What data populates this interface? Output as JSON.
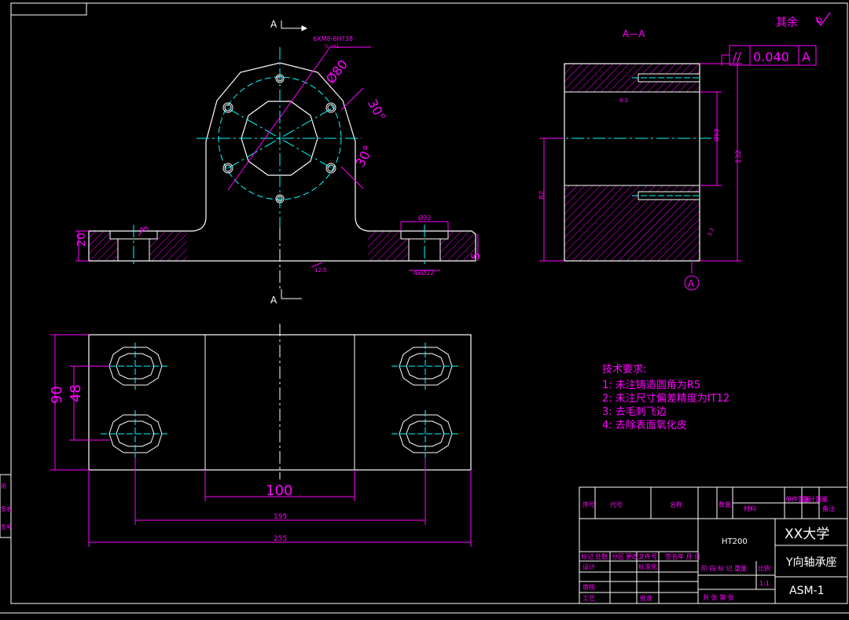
{
  "colors": {
    "background": "#000000",
    "outline": "#ffffff",
    "dimension": "#ff00ff",
    "centerline": "#00ffff",
    "hatch": "#ff00ff"
  },
  "section_marks": {
    "top": "A",
    "bottom": "A",
    "view_title": "A—A"
  },
  "front_view": {
    "bolt_callout": "6XM8-6H?38",
    "bolt_callout_sub": "?L ?41",
    "circle_dia": "Ø80",
    "angle_upper": "30°",
    "angle_lower": "30°",
    "height": "20",
    "counterbore_dia": "Ø32",
    "counterbore_depth": "4xØ22",
    "right_dim": "5",
    "roughness_left": "6.3",
    "roughness_base": "12.5"
  },
  "section_view": {
    "tolerance_symbol": "//",
    "tolerance_value": "0.040",
    "datum": "A",
    "bore_dia": "Ø63",
    "height_total": "132",
    "height_center": "82",
    "roughness_top": "6.3",
    "roughness_right": "3.2"
  },
  "top_view": {
    "width_overall": "255",
    "width_holes": "195",
    "width_center": "100",
    "height_overall": "90",
    "height_holes": "48"
  },
  "surface_mark": {
    "label": "其余"
  },
  "tech_notes": {
    "title": "技术要求:",
    "items": [
      "1: 未注铸造圆角为R5",
      "2: 未注尺寸偏差精度为IT12",
      "3: 去毛刺飞边",
      "4: 去除表面氧化皮"
    ]
  },
  "title_block": {
    "header_cells": [
      "序号",
      "代号",
      "名称",
      "数量",
      "材料",
      "单件重量",
      "总计重量",
      "备注"
    ],
    "material": "HT200",
    "university": "XX大学",
    "part_name": "Y向轴承座",
    "drawing_number": "ASM-1",
    "scale_label": "比例",
    "scale": "1:1",
    "rows_left": [
      "标记",
      "处数",
      "分区",
      "更改文件号",
      "签名",
      "年 月 日"
    ],
    "role_design": "设计",
    "role_standard": "标准化",
    "role_check": "审核",
    "role_process": "工艺",
    "role_approve": "批准",
    "stage_labels": "阶 段 标 记  重量",
    "sheet_labels": "共  张  第  张"
  },
  "left_margin_labels": [
    "用",
    "签名",
    "签号"
  ]
}
